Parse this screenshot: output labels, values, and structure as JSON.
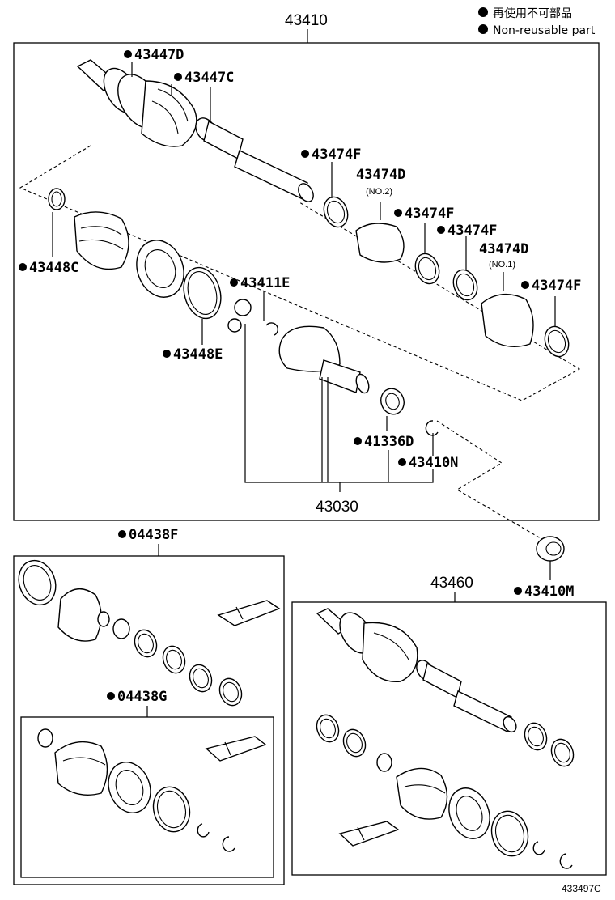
{
  "legend": {
    "line_jp": "再使用不可部品",
    "line_en": "Non-reusable part"
  },
  "diagram_code": "433497C",
  "assemblies": {
    "main": "43410",
    "inner": "43030",
    "kit_f": "04438F",
    "kit_g": "04438G",
    "rh": "43460"
  },
  "parts": {
    "p43447D": "43447D",
    "p43447C": "43447C",
    "p43474F_1": "43474F",
    "p43474D_2": "43474D",
    "p43474D_2_sub": "(NO.2)",
    "p43474F_2": "43474F",
    "p43474F_3": "43474F",
    "p43474D_1": "43474D",
    "p43474D_1_sub": "(NO.1)",
    "p43474F_4": "43474F",
    "p43448C": "43448C",
    "p43411E": "43411E",
    "p43448E": "43448E",
    "p41336D": "41336D",
    "p43410N": "43410N",
    "p43410M": "43410M"
  }
}
